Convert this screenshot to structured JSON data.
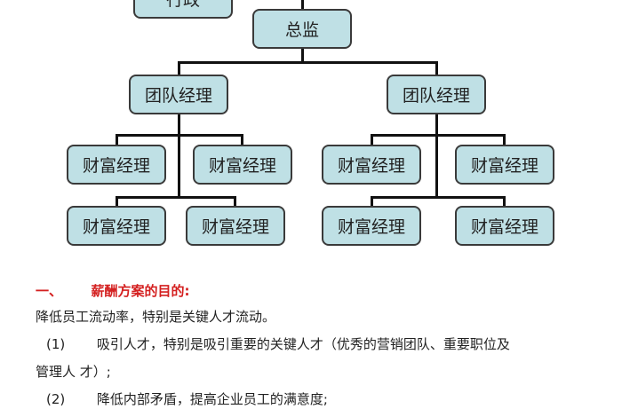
{
  "org_chart": {
    "admin": "行政",
    "director": "总监",
    "team_managers": [
      "团队经理",
      "团队经理"
    ],
    "wealth_managers_left": [
      "财富经理",
      "财富经理",
      "财富经理",
      "财富经理"
    ],
    "wealth_managers_right": [
      "财富经理",
      "财富经理",
      "财富经理",
      "财富经理"
    ],
    "box_color": "#bfe0e5"
  },
  "section": {
    "number": "一、",
    "heading": "薪酬方案的目的:",
    "heading_color": "#d42020",
    "intro": "降低员工流动率，特别是关键人才流动。",
    "items": [
      {
        "marker": "(1)",
        "text": "吸引人才，特别是吸引重要的关键人才（优秀的营销团队、重要职位及",
        "continuation": "管理人 才）;"
      },
      {
        "marker": "(2)",
        "text": "降低内部矛盾，提高企业员工的满意度;"
      }
    ]
  }
}
